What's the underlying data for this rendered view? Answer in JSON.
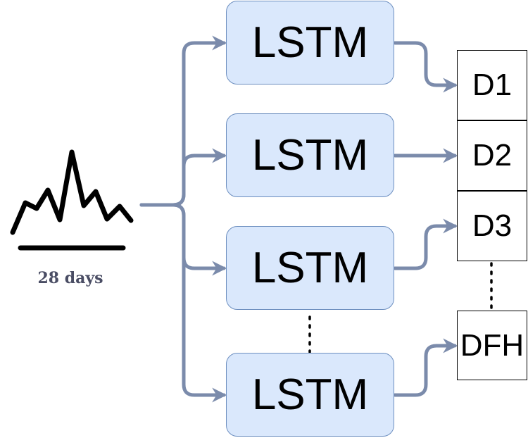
{
  "input": {
    "caption": "28 days",
    "icon": "time-series-chart-icon"
  },
  "lstm_boxes": [
    {
      "label": "LSTM"
    },
    {
      "label": "LSTM"
    },
    {
      "label": "LSTM"
    },
    {
      "label": "LSTM"
    }
  ],
  "outputs": [
    {
      "label": "D1"
    },
    {
      "label": "D2"
    },
    {
      "label": "D3"
    },
    {
      "label": "DFH"
    }
  ],
  "colors": {
    "lstm_fill": "#dae8fc",
    "lstm_border": "#6c8ebf",
    "arrow": "#7b8bab",
    "caption": "#4a4d64"
  }
}
